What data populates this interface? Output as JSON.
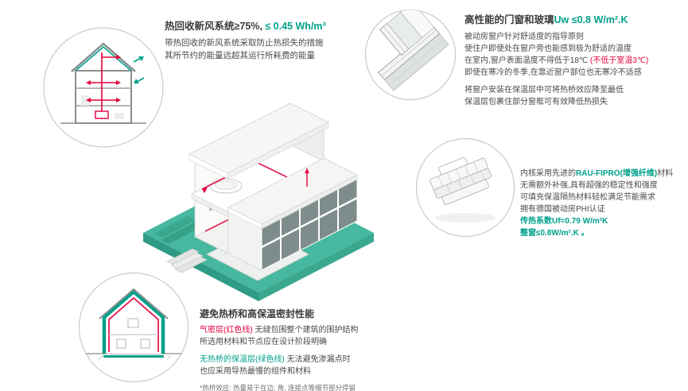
{
  "colors": {
    "teal": "#00A08B",
    "red": "#E2003C",
    "dark": "#3C3C3B",
    "body_text": "#4A4A49"
  },
  "sections": {
    "heat_recovery": {
      "title_dark": "热回收新风系统≥75%,",
      "title_teal": " ≤ 0.45 Wh/m³",
      "body_1": "带热回收的新风系统采取防止热损失的措施",
      "body_2": "其所节约的能量远超其运行所耗费的能量"
    },
    "windows_glass": {
      "title_dark": "高性能的门窗和玻璃",
      "title_teal": "Uw ≤0.8 W/m².K",
      "body_1": "被动房窗户针对舒适度的指导原则",
      "body_2": "使住户即使处在窗户旁也能感到极为舒适的温度",
      "body_3a": "在室内,窗户表面温度不得低于18℃ ",
      "body_3b": "(不低于室温3℃)",
      "body_4": "即使在寒冷的冬季,在靠近窗户部位也无寒冷不适感",
      "body_5": "将窗户安装在保温层中可将热桥效应降至最低",
      "body_6": "保温层包裹住部分窗框可有效降低热损失"
    },
    "frame_profile": {
      "line_1a": "内核采用先进的",
      "line_1b": "RAU-FIPRO(增强纤维)",
      "line_1c": "材料",
      "line_2": "无需额外补强,具有超强的稳定性和强度",
      "line_3": "可填充保温隔热材料轻松满足节能需求",
      "line_4": "拥有德国被动房PHI认证",
      "line_5": "传热系数Uf=0.79 W/m²K",
      "line_6": "整窗≤0.8W/m².K 。"
    },
    "thermal_bridge": {
      "title": "避免热桥和高保温密封性能",
      "line_1a": "气密层(红色线)",
      "line_1b": " 无缝包围整个建筑的围护结构",
      "line_2": "所选用材料和节点应在设计阶段明确",
      "line_3a": "无热桥的保温层(绿色线)",
      "line_3b": " 无法避免渗漏点时",
      "line_4": "也应采用导热最慢的组件和材料",
      "footnote": "*热桥效应: 热量易于在边, 角, 连接点等细节部分停留"
    }
  },
  "illustrations": {
    "center": "isometric-passive-house-cutaway",
    "top_left": "house-section-heat-recovery-ventilation",
    "top_right": "window-corner-installation-detail",
    "right": "window-frame-profile-cutaway",
    "bottom_left": "house-section-insulation-envelope"
  }
}
